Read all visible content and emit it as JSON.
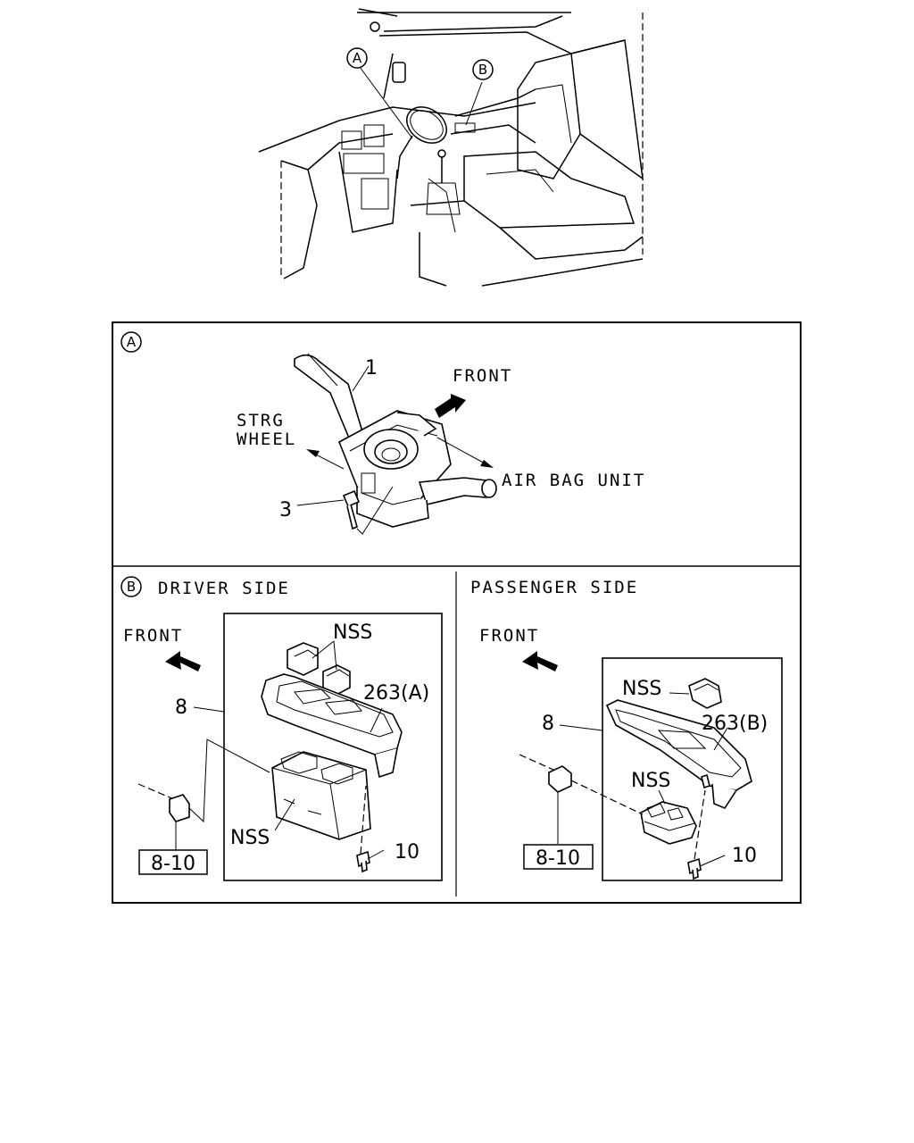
{
  "overview": {
    "callout_a": "A",
    "callout_b": "B"
  },
  "section_a": {
    "marker": "A",
    "part_1": "1",
    "part_3": "3",
    "front": "FRONT",
    "strg_line1": "STRG",
    "strg_line2": "WHEEL",
    "air_bag": "AIR BAG UNIT"
  },
  "driver_side": {
    "marker": "B",
    "title": "DRIVER SIDE",
    "front": "FRONT",
    "nss_top": "NSS",
    "nss_bottom": "NSS",
    "part_263": "263(A)",
    "part_8": "8",
    "part_10": "10",
    "ref_box": "8-10"
  },
  "passenger_side": {
    "title": "PASSENGER SIDE",
    "front": "FRONT",
    "nss_top": "NSS",
    "nss_mid": "NSS",
    "part_263": "263(B)",
    "part_8": "8",
    "part_10": "10",
    "ref_box": "8-10"
  }
}
